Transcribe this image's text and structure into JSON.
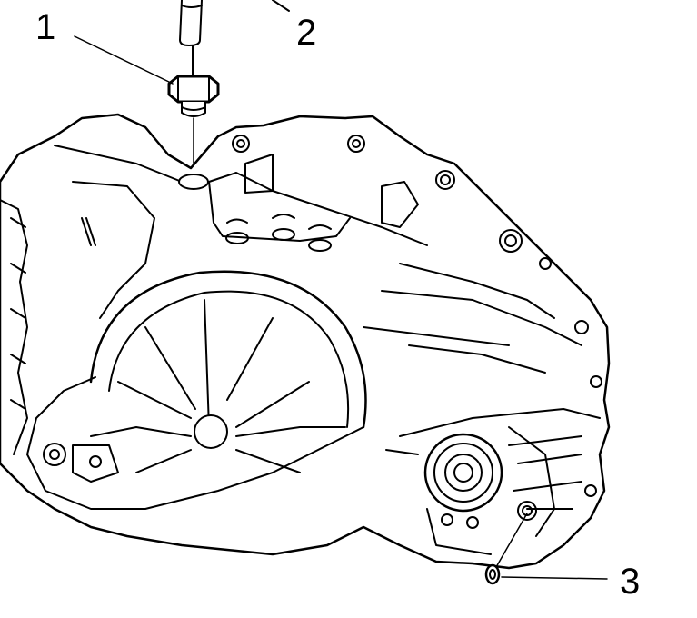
{
  "diagram": {
    "callouts": [
      {
        "id": "1"
      },
      {
        "id": "2"
      },
      {
        "id": "3"
      }
    ],
    "colors": {
      "line": "#000000",
      "background": "#ffffff"
    }
  }
}
